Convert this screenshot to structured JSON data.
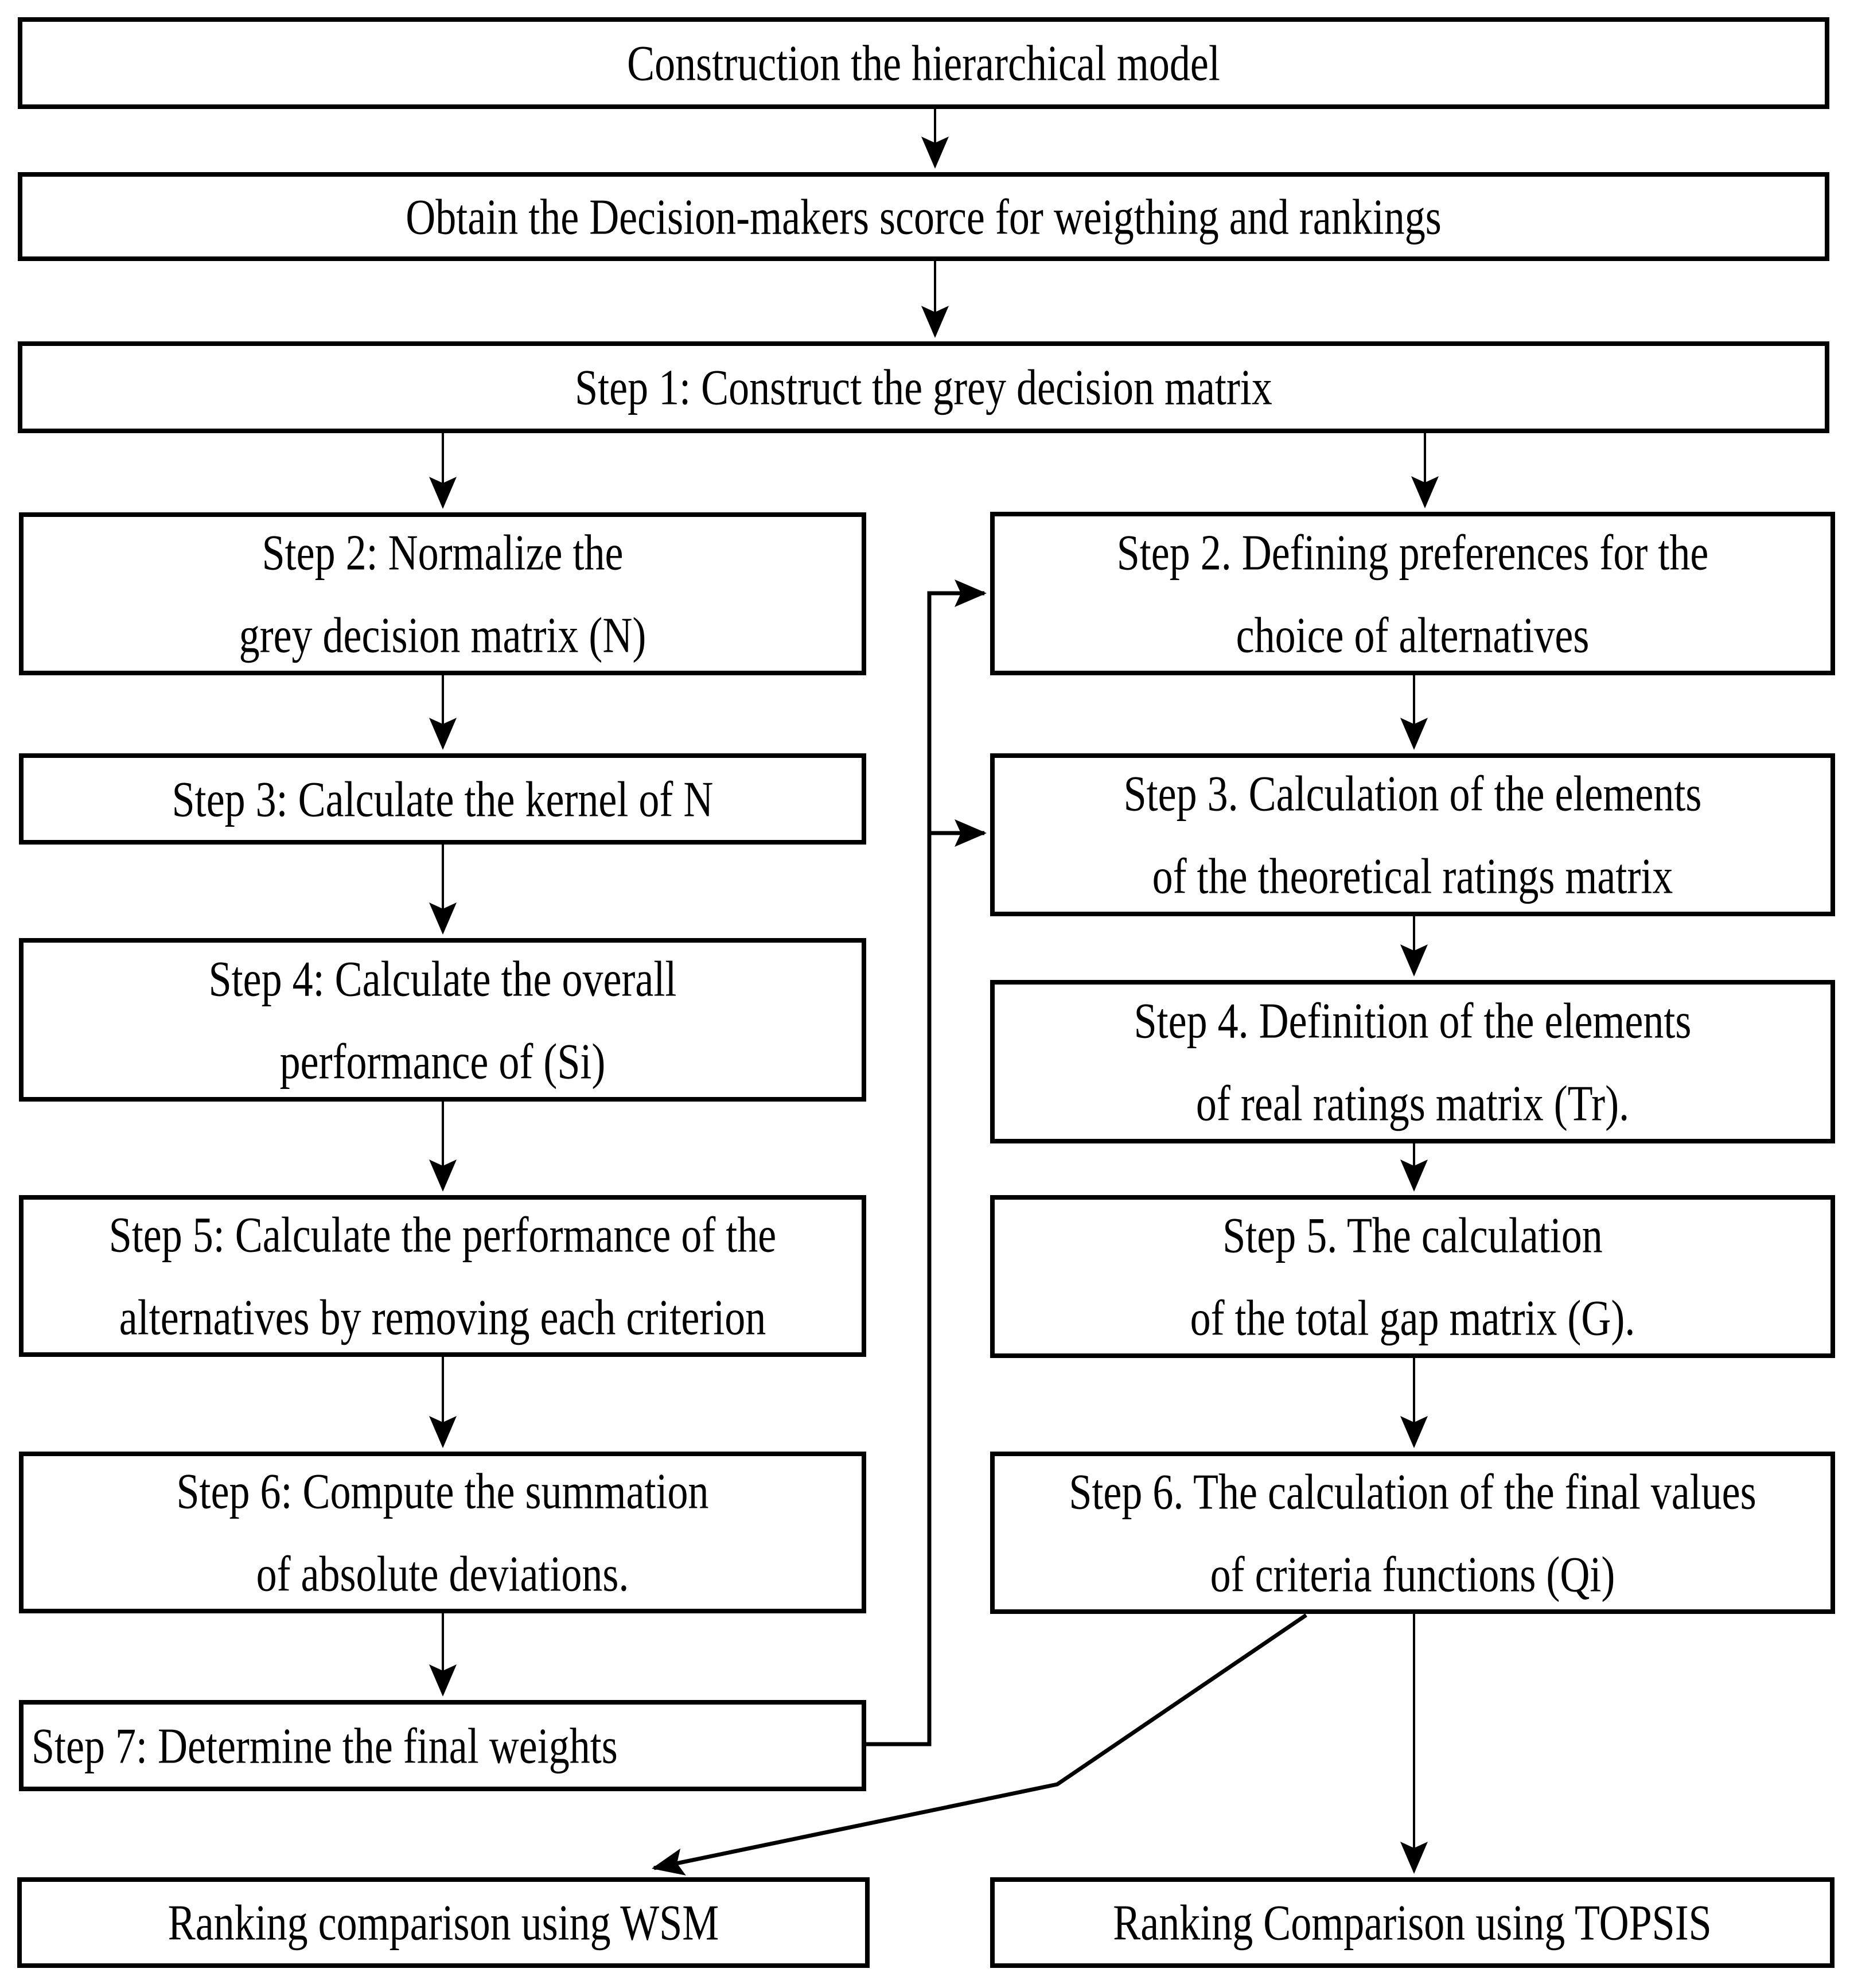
{
  "diagram": {
    "title": "Hybrid MCDM methodology flowchart",
    "colors": {
      "background": "#ffffff",
      "line": "#000000",
      "text": "#000000"
    },
    "boxes": {
      "construct_model": {
        "lines": [
          "Construction the hierarchical model"
        ]
      },
      "obtain_scores": {
        "lines": [
          "Obtain the Decision-makers scorce for weigthing and rankings"
        ]
      },
      "step1": {
        "lines": [
          "Step 1: Construct the grey decision matrix"
        ]
      },
      "left_step2": {
        "lines": [
          "Step 2: Normalize the",
          "grey decision matrix (N)"
        ]
      },
      "left_step3": {
        "lines": [
          "Step 3:  Calculate the kernel of N"
        ]
      },
      "left_step4": {
        "lines": [
          "Step 4: Calculate the overall",
          "performance of (Si)"
        ]
      },
      "left_step5": {
        "lines": [
          "Step 5: Calculate the performance of the",
          "alternatives by removing each criterion"
        ]
      },
      "left_step6": {
        "lines": [
          "Step 6: Compute the summation",
          "of absolute deviations."
        ]
      },
      "left_step7": {
        "lines": [
          "Step 7: Determine the final weights"
        ]
      },
      "right_step2": {
        "lines": [
          "Step 2. Defining preferences for the",
          "choice of alternatives"
        ]
      },
      "right_step3": {
        "lines": [
          "Step 3. Calculation of the elements",
          "of the theoretical ratings matrix"
        ]
      },
      "right_step4": {
        "lines": [
          "Step 4. Definition of the elements",
          "of real ratings matrix (Tr)."
        ]
      },
      "right_step5": {
        "lines": [
          "Step 5. The calculation",
          "of the total gap matrix (G)."
        ]
      },
      "right_step6": {
        "lines": [
          "Step 6. The calculation of the final values",
          "of criteria functions (Qi)"
        ]
      },
      "ranking_wsm": {
        "lines": [
          "Ranking comparison using WSM"
        ]
      },
      "ranking_topsis": {
        "lines": [
          "Ranking Comparison using TOPSIS"
        ]
      }
    }
  }
}
